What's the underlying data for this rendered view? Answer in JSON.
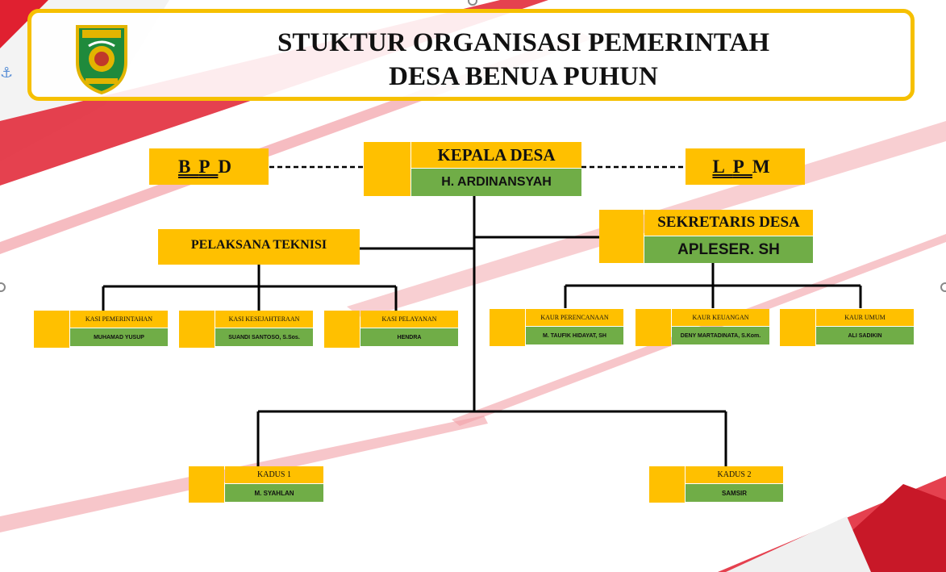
{
  "title": {
    "line1": "STUKTUR ORGANISASI PEMERINTAH",
    "line2": "DESA BENUA PUHUN"
  },
  "colors": {
    "yellow": "#ffc000",
    "green": "#70ad47",
    "border": "#f6c000",
    "ribbon": "#e02030"
  },
  "bpd": {
    "b": "B",
    "p": "P",
    "d": "D"
  },
  "lpm": {
    "l": "L",
    "p": "P",
    "m": "M"
  },
  "kepala_desa": {
    "title": "KEPALA DESA",
    "name": "H. ARDINANSYAH"
  },
  "sekretaris_desa": {
    "title": "SEKRETARIS DESA",
    "name": "APLESER. SH"
  },
  "pelaksana_teknisi": {
    "title": "PELAKSANA TEKNISI"
  },
  "kasi": [
    {
      "title": "KASI PEMERINTAHAN",
      "name": "MUHAMAD YUSUP"
    },
    {
      "title": "KASI KESEJAHTERAAN",
      "name": "SUANDI SANTOSO, S.Sos."
    },
    {
      "title": "KASI PELAYANAN",
      "name": "HENDRA"
    }
  ],
  "kaur": [
    {
      "title": "KAUR PERENCANAAN",
      "name": "M. TAUFIK HIDAYAT, SH"
    },
    {
      "title": "KAUR KEUANGAN",
      "name": "DENY MARTADINATA, S.Kom."
    },
    {
      "title": "KAUR UMUM",
      "name": "ALI SADIKIN"
    }
  ],
  "kadus": [
    {
      "title": "KADUS 1",
      "name": "M. SYAHLAN"
    },
    {
      "title": "KADUS 2",
      "name": "SAMSIR"
    }
  ]
}
